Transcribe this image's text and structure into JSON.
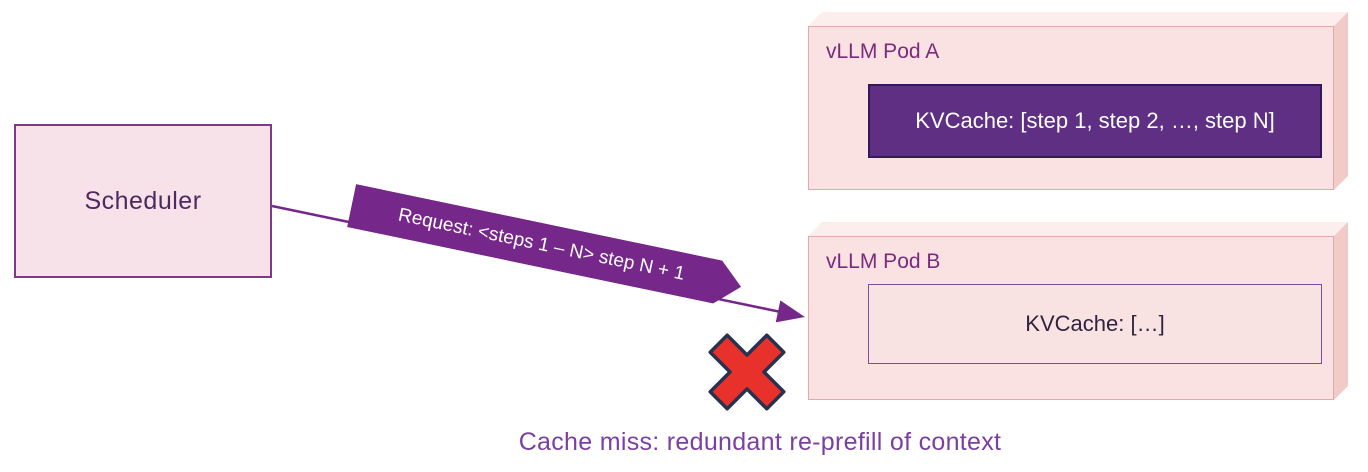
{
  "scheduler": {
    "label": "Scheduler"
  },
  "pods": {
    "a": {
      "label": "vLLM Pod A",
      "kvcache": "KVCache: [step 1, step 2, …, step N]"
    },
    "b": {
      "label": "vLLM Pod B",
      "kvcache": "KVCache: […]"
    }
  },
  "request_arrow": {
    "label": "Request: <steps 1 – N> step N + 1"
  },
  "caption": "Cache miss: redundant re-prefill of context",
  "icons": {
    "cache_miss": "x-mark-icon",
    "arrowhead": "arrowhead-icon"
  },
  "colors": {
    "accent_purple": "#76288a",
    "kvcache_fill": "#5e2f82",
    "pod_fill": "#f9e2e1",
    "pod_side_shade": "#f2cac8",
    "scheduler_fill": "#f7e2ea",
    "border_purple": "#7e3a8a",
    "red_x": "#e8312b",
    "caption_purple": "#7b3fa2"
  }
}
